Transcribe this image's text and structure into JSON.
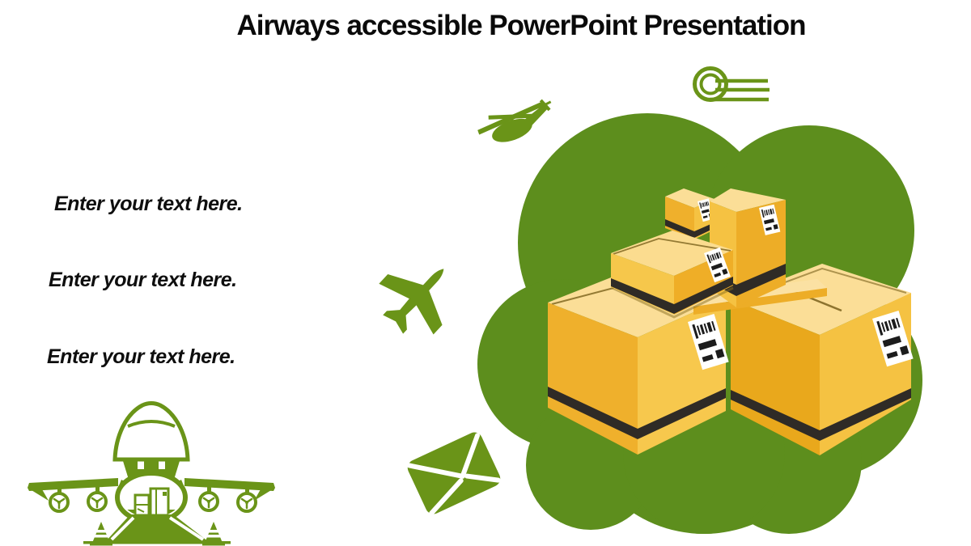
{
  "slide": {
    "title": "Airways accessible PowerPoint Presentation",
    "placeholders": [
      {
        "label": "Enter your text here."
      },
      {
        "label": "Enter your text here."
      },
      {
        "label": "Enter your text here."
      }
    ],
    "illustrations": {
      "blob": "green-cloud-blob-background",
      "boxes": "stack-of-cardboard-parcel-boxes-with-barcode-labels",
      "cargo_plane": "cargo-airplane-front-view-open-nose-loading-ramp-with-cones",
      "icons": [
        "helicopter-icon",
        "speed-circles-icon",
        "airplane-icon",
        "envelope-icon"
      ]
    },
    "colors": {
      "icon_green": "#6A9418",
      "blob_green": "#5D8E1D",
      "box_top": "#FBDE97",
      "box_face_light": "#F7C84D",
      "box_face_medium": "#F5C242",
      "box_face_dark": "#E9A81C",
      "box_face_amber": "#EFB02C",
      "tape_black": "#2F2B26",
      "label_white": "#FFFFFF",
      "text_black": "#0E0E0E"
    }
  }
}
